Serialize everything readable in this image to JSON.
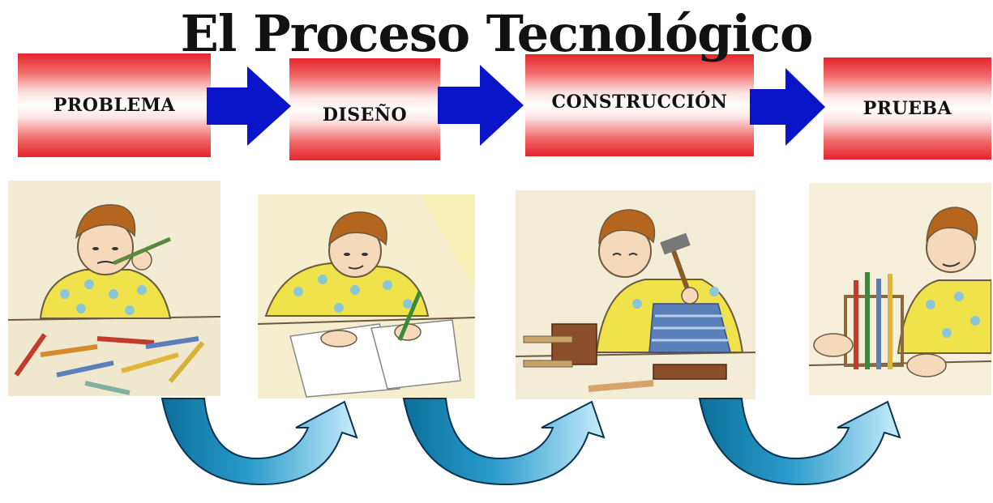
{
  "title": "El Proceso Tecnológico",
  "steps": [
    {
      "label": "PROBLEMA"
    },
    {
      "label": "DISEÑO"
    },
    {
      "label": "CONSTRUCCIÓN"
    },
    {
      "label": "PRUEBA"
    }
  ],
  "icons": {
    "step_connector": "arrow-right-icon",
    "panel_connector": "curved-arrow-icon"
  },
  "colors": {
    "box_gradient_edge": "#e5242c",
    "box_gradient_center": "#ffffff",
    "connector_arrow": "#0a14c8",
    "curved_arrow_dark": "#0b6f9a",
    "curved_arrow_light": "#c8ecfb"
  }
}
